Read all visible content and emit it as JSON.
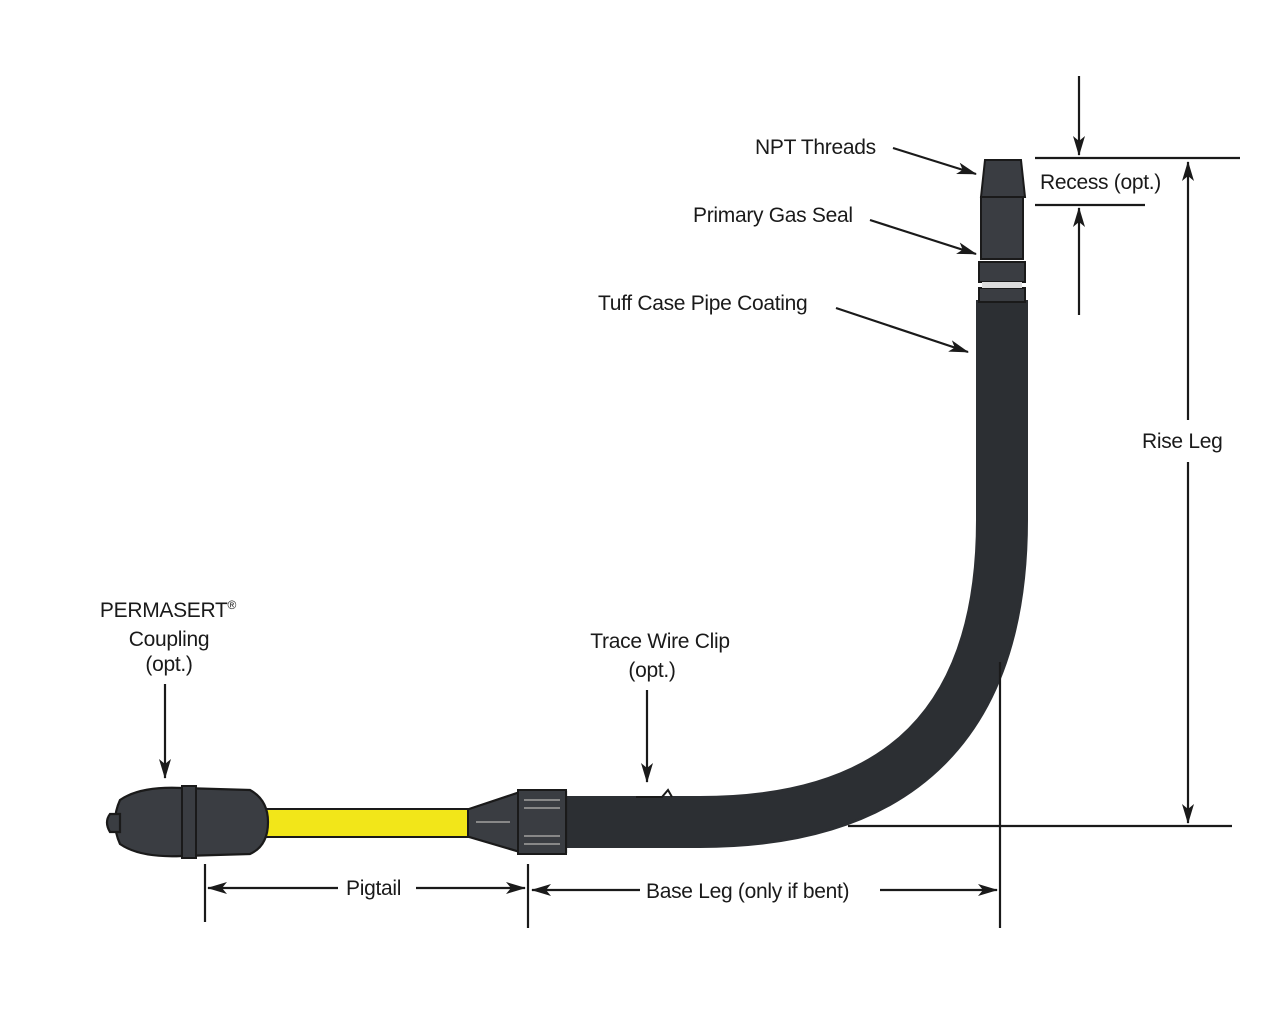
{
  "labels": {
    "npt_threads": "NPT Threads",
    "recess": "Recess (opt.)",
    "primary_gas_seal": "Primary Gas Seal",
    "tuff_case": "Tuff Case Pipe Coating",
    "rise_leg": "Rise Leg",
    "permasert_line1": "PERMASERT",
    "permasert_reg": "®",
    "permasert_line2": "Coupling",
    "permasert_line3": "(opt.)",
    "trace_wire_line1": "Trace Wire Clip",
    "trace_wire_line2": "(opt.)",
    "pigtail": "Pigtail",
    "base_leg": "Base Leg (only if bent)"
  },
  "colors": {
    "pipe_dark": "#3a3d42",
    "pigtail_yellow": "#f2e619",
    "ink": "#1a1a1a"
  }
}
